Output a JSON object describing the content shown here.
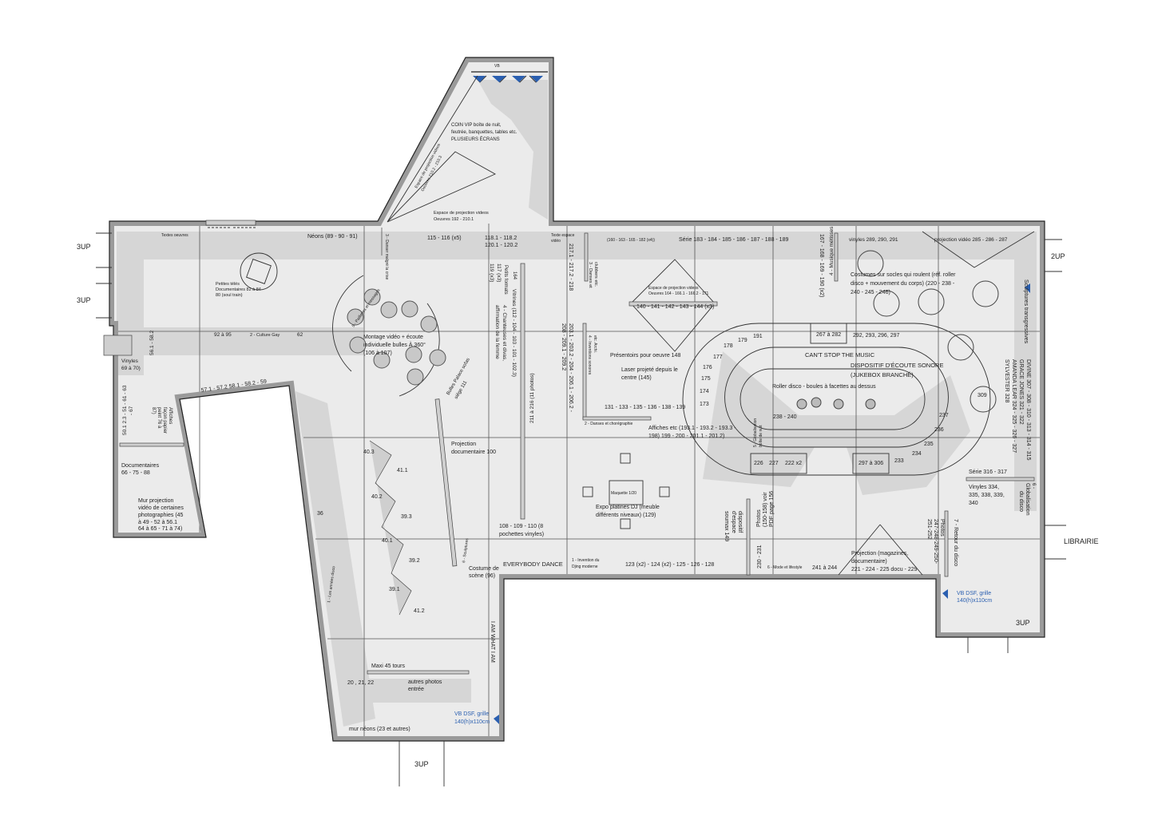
{
  "title": "Plan d'exposition - disco",
  "accent_color": "#2a5fb0",
  "labels": {
    "vb": "VB",
    "vip1": "COIN VIP boîte de nuit,",
    "vip2": "feutrée, banquettes, tables etc.",
    "vip3": "PLUSIEURS ÉCRANS",
    "vipproj1": "Espace de projection videos",
    "vipproj2": "Oeuvres 210.2 - 210.3",
    "proj192a": "Espace de projection videos",
    "proj192b": "Oeuvres 192 - 210.1",
    "textes": "Textes oeuvres",
    "neons": "Néons (89 - 90 - 91)",
    "danser": "3 - Danser malgré la crise",
    "n115": "115 - 116 (x5)",
    "n118": "118.1 - 118.2",
    "n120": "120.1 - 120.2",
    "petitsformats": "Petits formats",
    "n117": "117 (x3)",
    "n119": "119 (x3)",
    "n164": "164",
    "vitrines": "Vitrines (112 - 104 - 103 - 101 - 102.3)",
    "chanteuses1": "4 - Chanteuses et divas,",
    "chanteuses2": "affirmation de la femme",
    "n211": "211 à 216 (11 photos)",
    "texteespace1": "Texte espace",
    "texteespace2": "vidéo",
    "n217": "217.1 - 217.2 - 218",
    "danses3a": "3 - Danses et",
    "danses3b": "clubbers etc.",
    "n160": "(160 - 163 - 165 - 182 (x4))",
    "serie183": "Série 183 - 184 - 185 - 186 - 187 - 188 - 189",
    "n167": "167 - 168 - 169 - 190 (x2)",
    "metisses": "4 - Musique métisses",
    "vinyles289": "vinyles 289, 290, 291",
    "projvideo285": "projection vidéo 285 - 286 - 287",
    "proj164a": "Espace de projection videos",
    "proj164b": "Oeuvres 164 - 166.1 - 166.2 - 171",
    "n140": "140 - 141 - 142 - 143 - 144 (x3)",
    "costumes1": "Costumes sur socles qui roulent (réf. roller",
    "costumes2": "disco + mouvement du corps)  (220 - 238 -",
    "costumes3": "240 - 245 - 246)",
    "sculptures": "Sculptures transgressives",
    "divine": "DIVINE 307 - 308 - 310 - 313 - 314 - 315",
    "grace": "GRACE JONES 321 - 322",
    "amanda": "AMANDA LEAR 324 - 325 - 326 - 327",
    "sylvester": "SYLVESTER 328",
    "telles1": "Petites télés",
    "telles2": "Documentaires 82 à 84",
    "telles3": "80 (soul train)",
    "n92": "92 à 95",
    "culturegay": "2 - Culture Gay",
    "n62": "62",
    "n56": "56.1 - 58.2",
    "vinyles69a": "Vinyles",
    "vinyles69b": "69 à 70)",
    "n50a": "50.1 2.3 - 51 - 61 - 63",
    "n50b": "- 67",
    "affiches76a": "Affiches",
    "affiches76b": "façon papier",
    "affiches76c": "peint 76 à",
    "affiches76d": "87)",
    "n57": "57.1 - 57.2  58.1 - 58.2 - 59",
    "docs66a": "Documentaires",
    "docs66b": "66 - 75 - 88",
    "mur1": "Mur projection",
    "mur2": "vidéo de certaines",
    "mur3": "photographies (45",
    "mur4": "à 49 - 52 à 56.1",
    "mur5": "64 à 65 - 71 à 74)",
    "paillettes": "5 - Paillettes et messages",
    "montage1": "Montage vidéo + écoute",
    "montage2": "individuelle bulles À 360°",
    "montage3": "(106 à 107)",
    "siege1": "Bulles Palace sofas",
    "siege2": "siège 111",
    "projdoc1": "Projection",
    "projdoc2": "documentaire 100",
    "n36": "36",
    "n403": "40.3",
    "n411": "41.1",
    "n402": "40.2",
    "n393": "39.3",
    "n401": "40.1",
    "n392": "39.2",
    "n391": "39.1",
    "n412": "41.2",
    "sculpt6": "6 - Sculptures",
    "n108a": "108 - 109 - 110 (8",
    "n108b": "pochettes vinyles)",
    "costume96a": "Costume de",
    "costume96b": "scène (96)",
    "everybody": "EVERYBODY DANCE",
    "annees": "1 - Les années disco",
    "maxi": "Maxi 45 tours",
    "n20": "20 , 21, 22",
    "autres1": "autres photos",
    "autres2": "entrée",
    "iam": "I AM WHAT I AM",
    "vbdsf1": "VB DSF, grille",
    "vbdsf2": "140(h)x110cm",
    "murneons": "mur néons (23 et autres)",
    "up_bottom": "3UP",
    "up_left1": "3UP",
    "up_left2": "3UP",
    "up_right": "2UP",
    "librairie": "LIBRAIRIE",
    "up_br": "3UP",
    "n203a": "203.1 - 203.2 - 204 - 206.1 - 206.2 -",
    "n203b": "208 - 209.1 - 209.2",
    "inventions1": "4 - Inventions sonores",
    "inventions2": "etc. Archi.",
    "presentoirs": "Présentoirs pour oeuvre 148",
    "laser1": "Laser projeté depuis le",
    "laser2": "centre (145)",
    "n131": "131 - 133 - 135 - 136 - 138 - 139",
    "choregraphie": "2 - Danses et chorégraphie",
    "affiches193a": "Affiches etc (193.1 - 193.2 - 193.3 -",
    "affiches193b": "198) 199 - 200 - 201.1 - 201.2)",
    "globboite1": "5 - Globalisation",
    "globboite2": "boîte de nuit",
    "r191": "191",
    "r179": "179",
    "r178": "178",
    "r177": "177",
    "r176": "176",
    "r175": "175",
    "r174": "174",
    "r173": "173",
    "n267": "267 à 282",
    "n292": "292, 293, 296, 297",
    "cantstop": "CAN'T STOP THE MUSIC",
    "dispositif1": "DISPOSITIF D'ÉCOUTE SONORE",
    "dispositif2": "(JUKEBOX BRANCHÉ)",
    "roller": "Roller disco - boules à facettes au dessus",
    "n238": "238 - 240",
    "r237": "237",
    "r236": "236",
    "r235": "235",
    "r234": "234",
    "r233": "233",
    "r226": "226",
    "r227": "227",
    "r222": "222 x2",
    "n297": "297 à 306",
    "n309": "309",
    "maquette": "Maquette 1/20",
    "platines1": "Expo platines DJ (meuble",
    "platines2": "différents niveaux) (129)",
    "soumax1": "dispositif",
    "soumax2": "d'espace",
    "soumax3": "soumax 149",
    "photos150a": "Photos",
    "photos150b": "(150-158) voir",
    "photos150c": "PDF page 156",
    "n230": "230 - 231",
    "mode": "6 - Mode et lifestyle",
    "n241": "241 à 244",
    "djing1": "1 - Invention du",
    "djing2": "Djing moderne",
    "n123": "123 (x2) - 124 (x2) - 125 - 126 - 128",
    "projmag1": "Projection (magazines,",
    "projmag2": "documentaire)",
    "projmag3": "221 - 224 - 225 docu - 229",
    "photos247a": "Photos",
    "photos247b": "247-248-249-250-",
    "photos247c": "251-252",
    "retour": "7 - Retour du disco",
    "serie316": "Série 316 - 317",
    "vinyles334a": "Vinyles  334,",
    "vinyles334b": "335, 338, 339,",
    "vinyles334c": "340",
    "globdisco1": "6 -",
    "globdisco2": "Globalisation",
    "globdisco3": "du disco",
    "vbdsf3": "VB DSF, grille",
    "vbdsf4": "140(h)x110cm"
  }
}
